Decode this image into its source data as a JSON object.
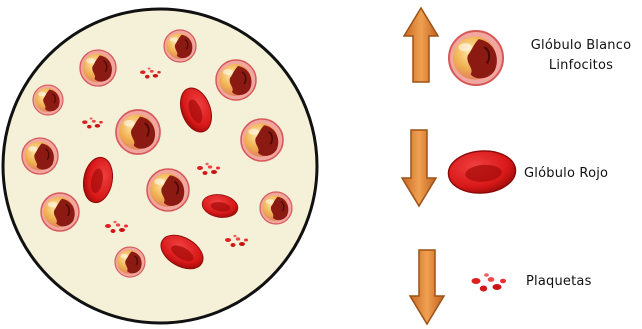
{
  "legend": [
    {
      "label_lines": [
        "Glóbulo Blanco",
        "Linfocitos"
      ],
      "arrow": "up"
    },
    {
      "label_lines": [
        "Glóbulo Rojo"
      ],
      "arrow": "down"
    },
    {
      "label_lines": [
        "Plaquetas"
      ],
      "arrow": "down"
    }
  ],
  "colors": {
    "background": "#ffffff",
    "plasma_fill": "#f5f0d8",
    "plasma_border": "#111111",
    "red_cell": "#d81818",
    "red_cell_shade": "#a80c0c",
    "white_cell_outer": "#f2a896",
    "white_cell_cytoplasm": "#f0c060",
    "white_cell_nucleus": "#8a1a12",
    "platelet": "#e02020",
    "arrow_fill": "#e78a3c",
    "arrow_stroke": "#9c5216"
  },
  "icons": [
    "arrow-up-icon",
    "arrow-down-icon",
    "white-blood-cell-icon",
    "red-blood-cell-icon",
    "platelet-icon"
  ]
}
